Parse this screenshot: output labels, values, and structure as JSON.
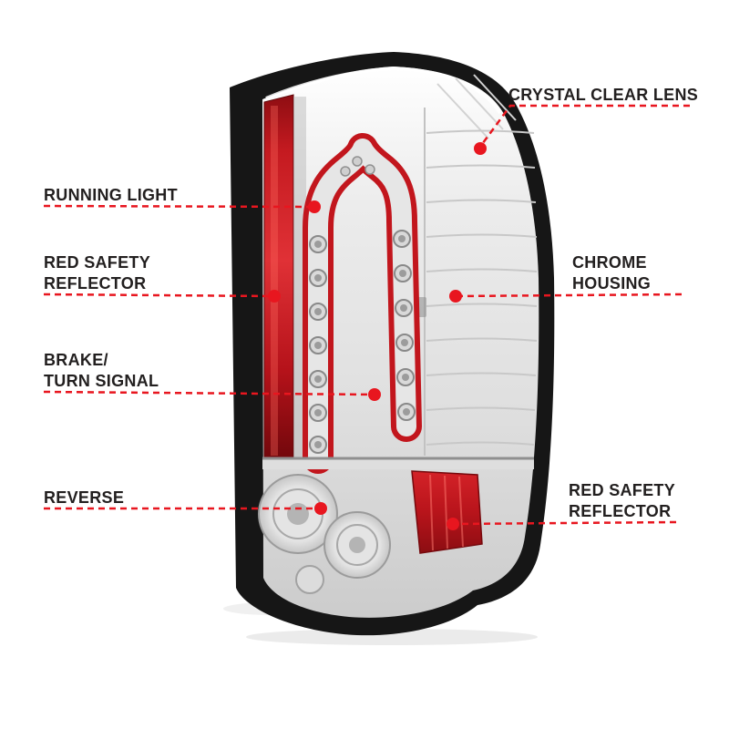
{
  "colors": {
    "callout_red": "#e8161f",
    "label_text": "#221f1f",
    "background": "#ffffff",
    "reflector_red": "#c41a20",
    "chrome_silver": "#e0e0e0"
  },
  "illustration": {
    "alt": "chrome housing LED tail light with crystal clear lens, product callout diagram"
  },
  "callouts": [
    {
      "name": "crystal-clear-lens",
      "label": "CRYSTAL CLEAR LENS"
    },
    {
      "name": "running-light",
      "label": "RUNNING LIGHT"
    },
    {
      "name": "red-safety-reflector-left",
      "label": "RED SAFETY\nREFLECTOR"
    },
    {
      "name": "chrome-housing",
      "label": "CHROME\nHOUSING"
    },
    {
      "name": "brake-turn-signal",
      "label": "BRAKE/\nTURN SIGNAL"
    },
    {
      "name": "reverse",
      "label": "REVERSE"
    },
    {
      "name": "red-safety-reflector-right",
      "label": "RED SAFETY\nREFLECTOR"
    }
  ]
}
